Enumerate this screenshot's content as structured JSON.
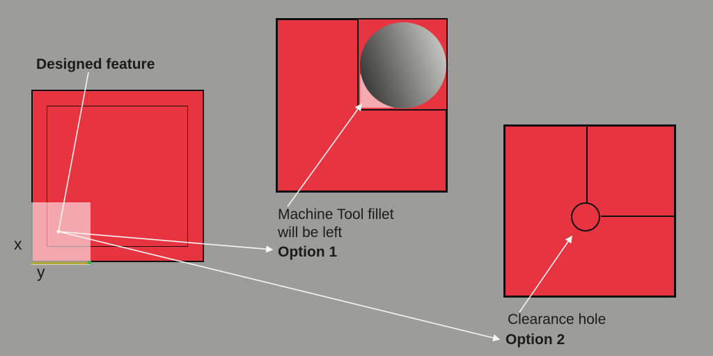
{
  "figure": {
    "designed": {
      "label": "Designed feature",
      "axis_x": "x",
      "axis_y": "y"
    },
    "option1": {
      "caption_line1": "Machine Tool fillet",
      "caption_line2": "will be left",
      "label": "Option 1"
    },
    "option2": {
      "caption": "Clearance hole",
      "label": "Option 2"
    }
  },
  "colors": {
    "background": "#9c9c9a",
    "part_red": "#e63540",
    "outline_black": "#101010",
    "fillet_pink": "#f5abaf",
    "leader_white": "#f7f6f3",
    "highlight_yellow": "#b3a930",
    "endpoint_green": "#3faf4a",
    "text": "#1b1b1b",
    "tool_gradient_dark": "#282828",
    "tool_gradient_light": "#d6d6d2"
  }
}
